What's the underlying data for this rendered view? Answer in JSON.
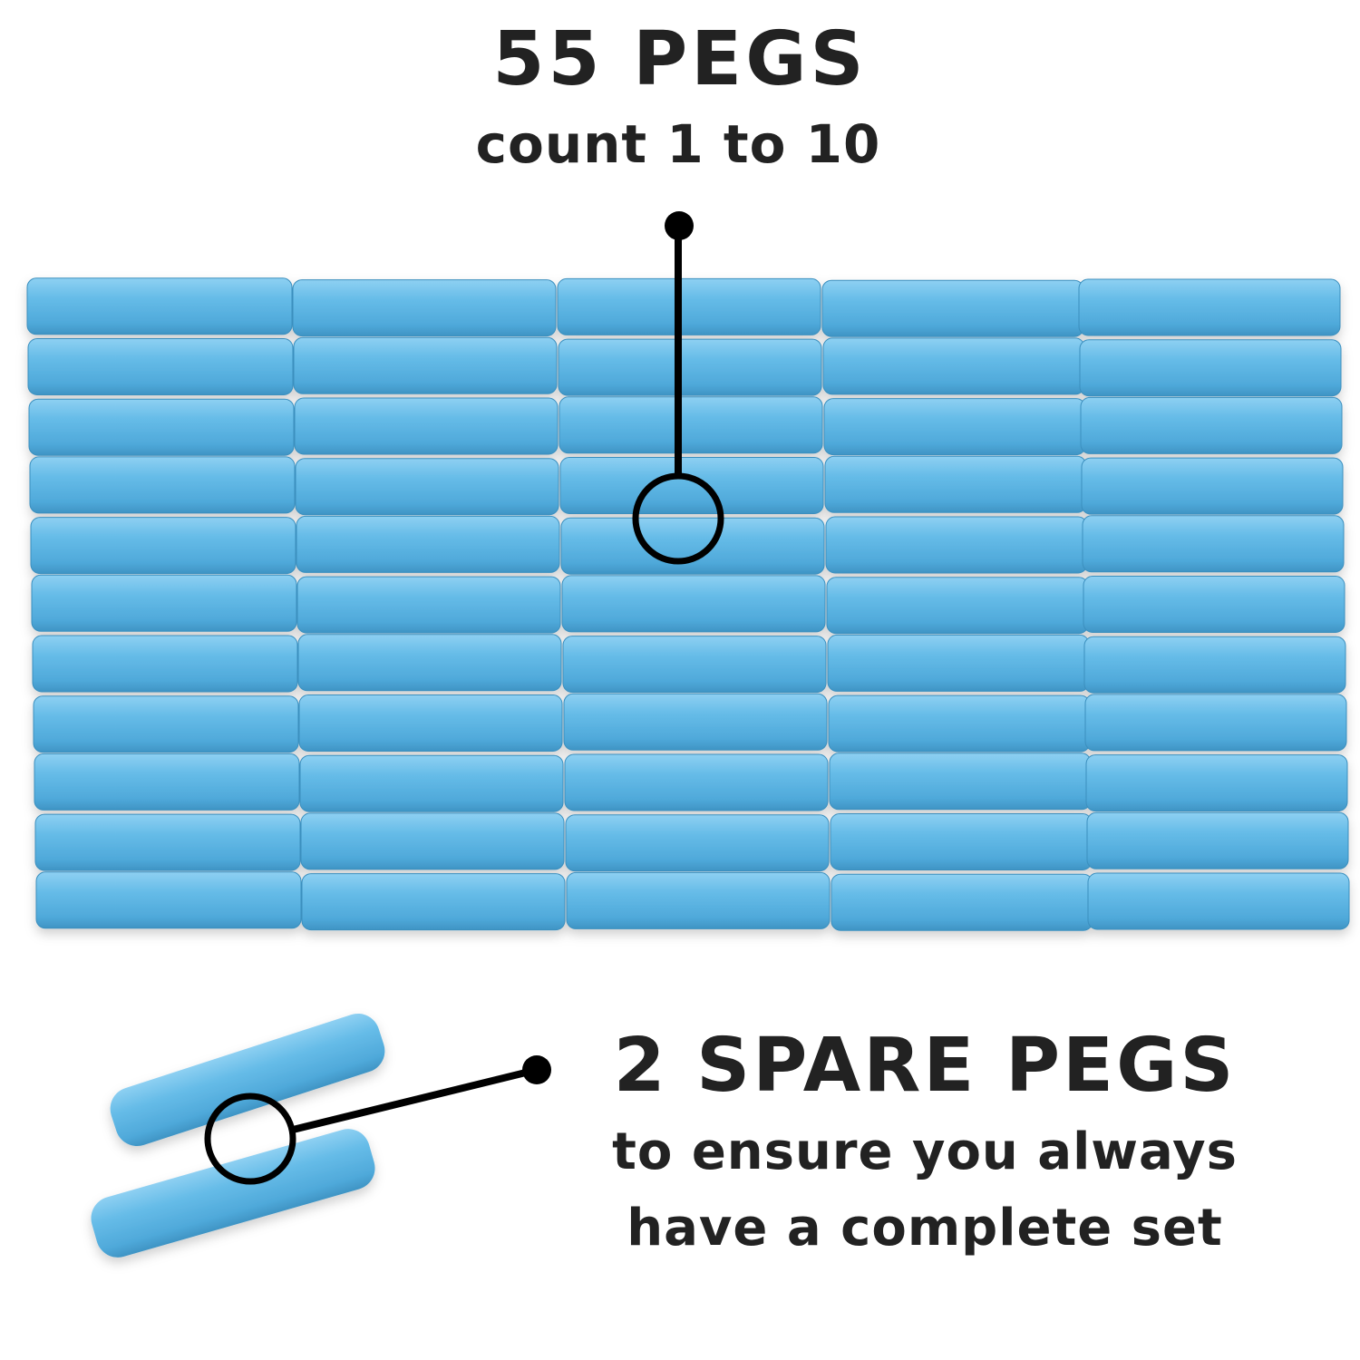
{
  "header": {
    "title": "55 PEGS",
    "subtitle": "count 1 to 10"
  },
  "spares": {
    "title": "2 SPARE PEGS",
    "line1": "to ensure you always",
    "line2": "have a complete set"
  },
  "colors": {
    "peg": "#62b8e6",
    "text": "#222222",
    "callout": "#000000"
  }
}
